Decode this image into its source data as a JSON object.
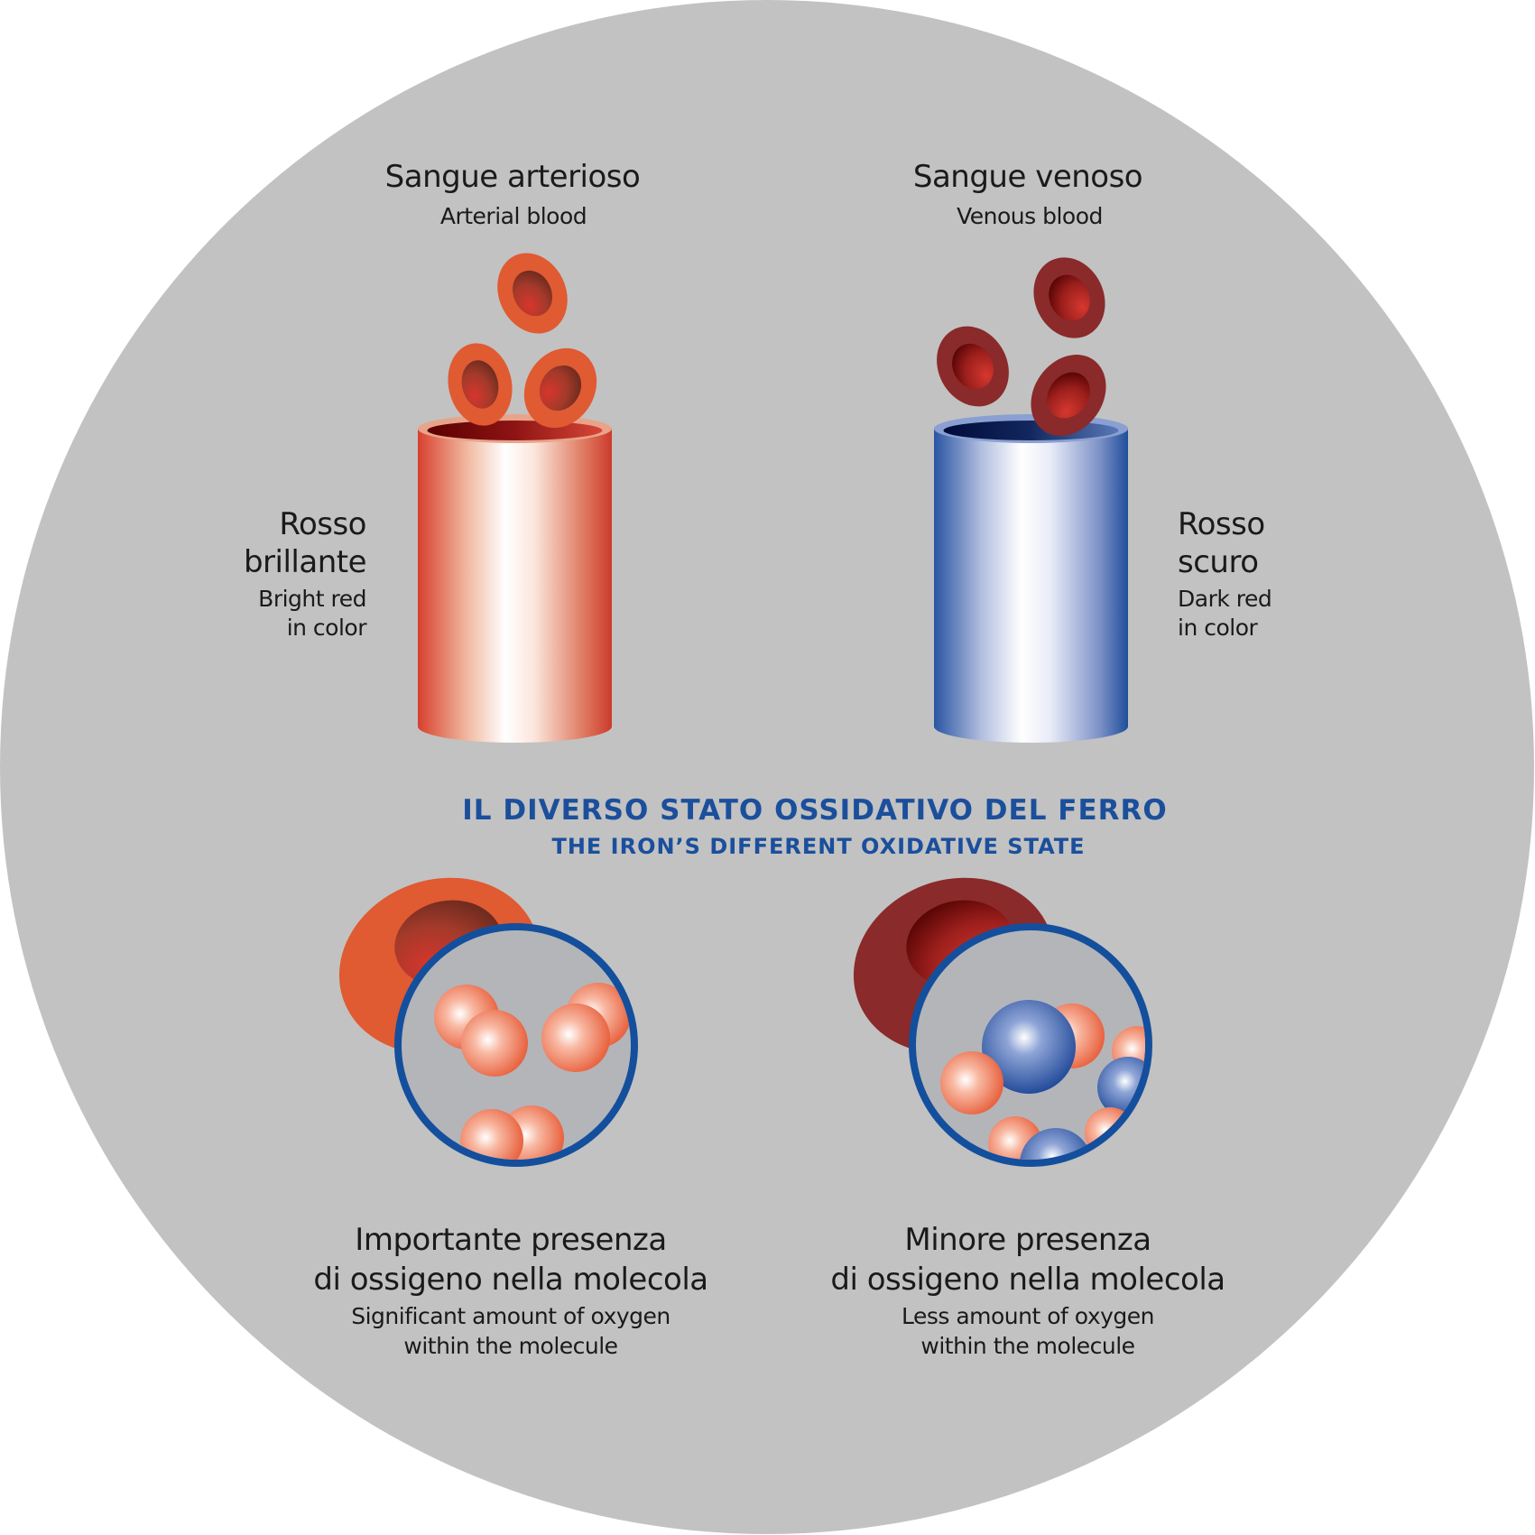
{
  "colors": {
    "background": "#ffffff",
    "disc": "#c2c2c2",
    "title_blue": "#1b4f9c",
    "arterial_cell_rim": "#e05a32",
    "venous_cell_rim": "#8a2a2a",
    "artery_red": "#d03a2e",
    "vein_blue": "#1e4f9c",
    "oxygen_atom": "#ec6c4c",
    "iron_atom": "#2c56a6",
    "magnifier_border": "#134f9c",
    "magnifier_fill": "#b4b5b9"
  },
  "arterial": {
    "title_it": "Sangue arterioso",
    "title_en": "Arterial blood",
    "color_label_it": [
      "Rosso",
      "brillante"
    ],
    "color_label_en": [
      "Bright red",
      "in color"
    ],
    "vessel_icon": "artery-cylinder-icon",
    "cell_icon": "red-blood-cell-icon"
  },
  "venous": {
    "title_it": "Sangue venoso",
    "title_en": "Venous blood",
    "color_label_it": [
      "Rosso",
      "scuro"
    ],
    "color_label_en": [
      "Dark red",
      "in color"
    ],
    "vessel_icon": "vein-cylinder-icon",
    "cell_icon": "red-blood-cell-icon"
  },
  "heading": {
    "it": "IL DIVERSO STATO OSSIDATIVO DEL FERRO",
    "en": "THE IRON’S DIFFERENT OXIDATIVE STATE"
  },
  "oxygenated": {
    "caption_it": [
      "Importante presenza",
      "di ossigeno nella molecola"
    ],
    "caption_en": [
      "Significant amount of oxygen",
      "within the molecule"
    ],
    "molecule_icon": "oxygen-molecules-magnifier-icon"
  },
  "deoxygenated": {
    "caption_it": [
      "Minore presenza",
      "di ossigeno nella molecola"
    ],
    "caption_en": [
      "Less amount of oxygen",
      "within the molecule"
    ],
    "molecule_icon": "iron-oxygen-molecules-magnifier-icon"
  }
}
